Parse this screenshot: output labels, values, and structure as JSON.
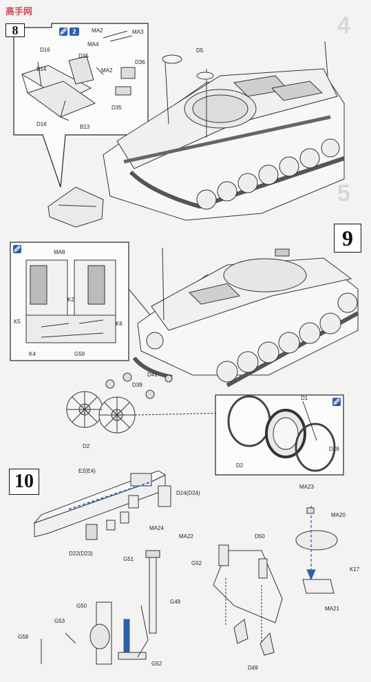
{
  "watermark": {
    "logo_text": "高手网"
  },
  "ghost_steps": {
    "s4": "4",
    "s5": "5"
  },
  "step8": {
    "number": "8",
    "icon_glue": "🖉",
    "icon_qty": "2",
    "labels": {
      "MA2a": "MA2",
      "MA3": "MA3",
      "MA4": "MA4",
      "D16a": "D16",
      "D35a": "D35",
      "B14": "B14",
      "MA2b": "MA2",
      "D36": "D36",
      "D35b": "D35",
      "D16b": "D16",
      "B13": "B13",
      "D5": "D5"
    }
  },
  "step9": {
    "number": "9",
    "icon_glue": "🖉",
    "labels": {
      "MA8": "MA8",
      "K2": "K2",
      "K5": "K5",
      "K6": "K6",
      "K4": "K4",
      "G59": "G59",
      "D41": "D41",
      "D39": "D39",
      "D2a": "D2",
      "D1": "D1",
      "D28": "D28",
      "D2b": "D2"
    }
  },
  "step10": {
    "number": "10",
    "labels": {
      "E2": "E2(E4)",
      "D24": "D24(D24)",
      "MA24": "MA24",
      "MA22": "MA22",
      "D22": "D22(D23)",
      "MA23": "MA23",
      "MA20": "MA20",
      "K17": "K17",
      "MA21": "MA21",
      "D50": "D50",
      "G52a": "G52",
      "D49": "D49",
      "G51": "G51",
      "G49": "G49",
      "G50": "G50",
      "G53": "G53",
      "G58": "G58",
      "G52b": "G52"
    }
  }
}
